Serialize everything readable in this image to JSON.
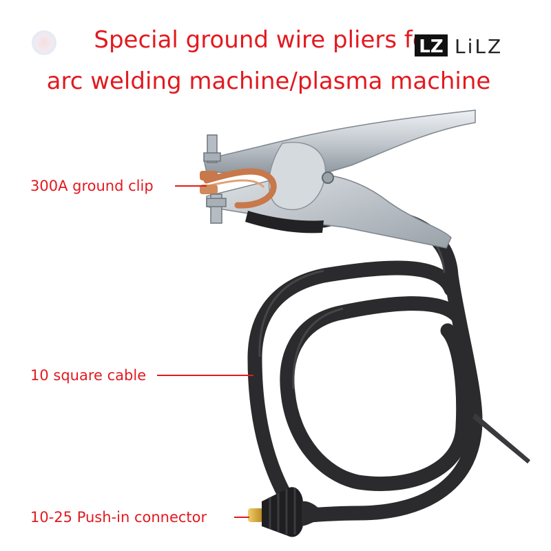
{
  "title": {
    "line1": "Special ground wire pliers for",
    "line2": "arc welding machine/plasma machine"
  },
  "logo": {
    "text": "LZ LILZ"
  },
  "callouts": [
    {
      "text": "300A ground clip"
    },
    {
      "text": "10 square cable"
    },
    {
      "text": "10-25 Push-in connector"
    }
  ],
  "colors": {
    "title_red": "#e3191f",
    "cable": "#2b2b2e",
    "clamp_metal": "#c9ced4",
    "copper": "#c8784a",
    "connector_brass": "#d8a93a"
  }
}
